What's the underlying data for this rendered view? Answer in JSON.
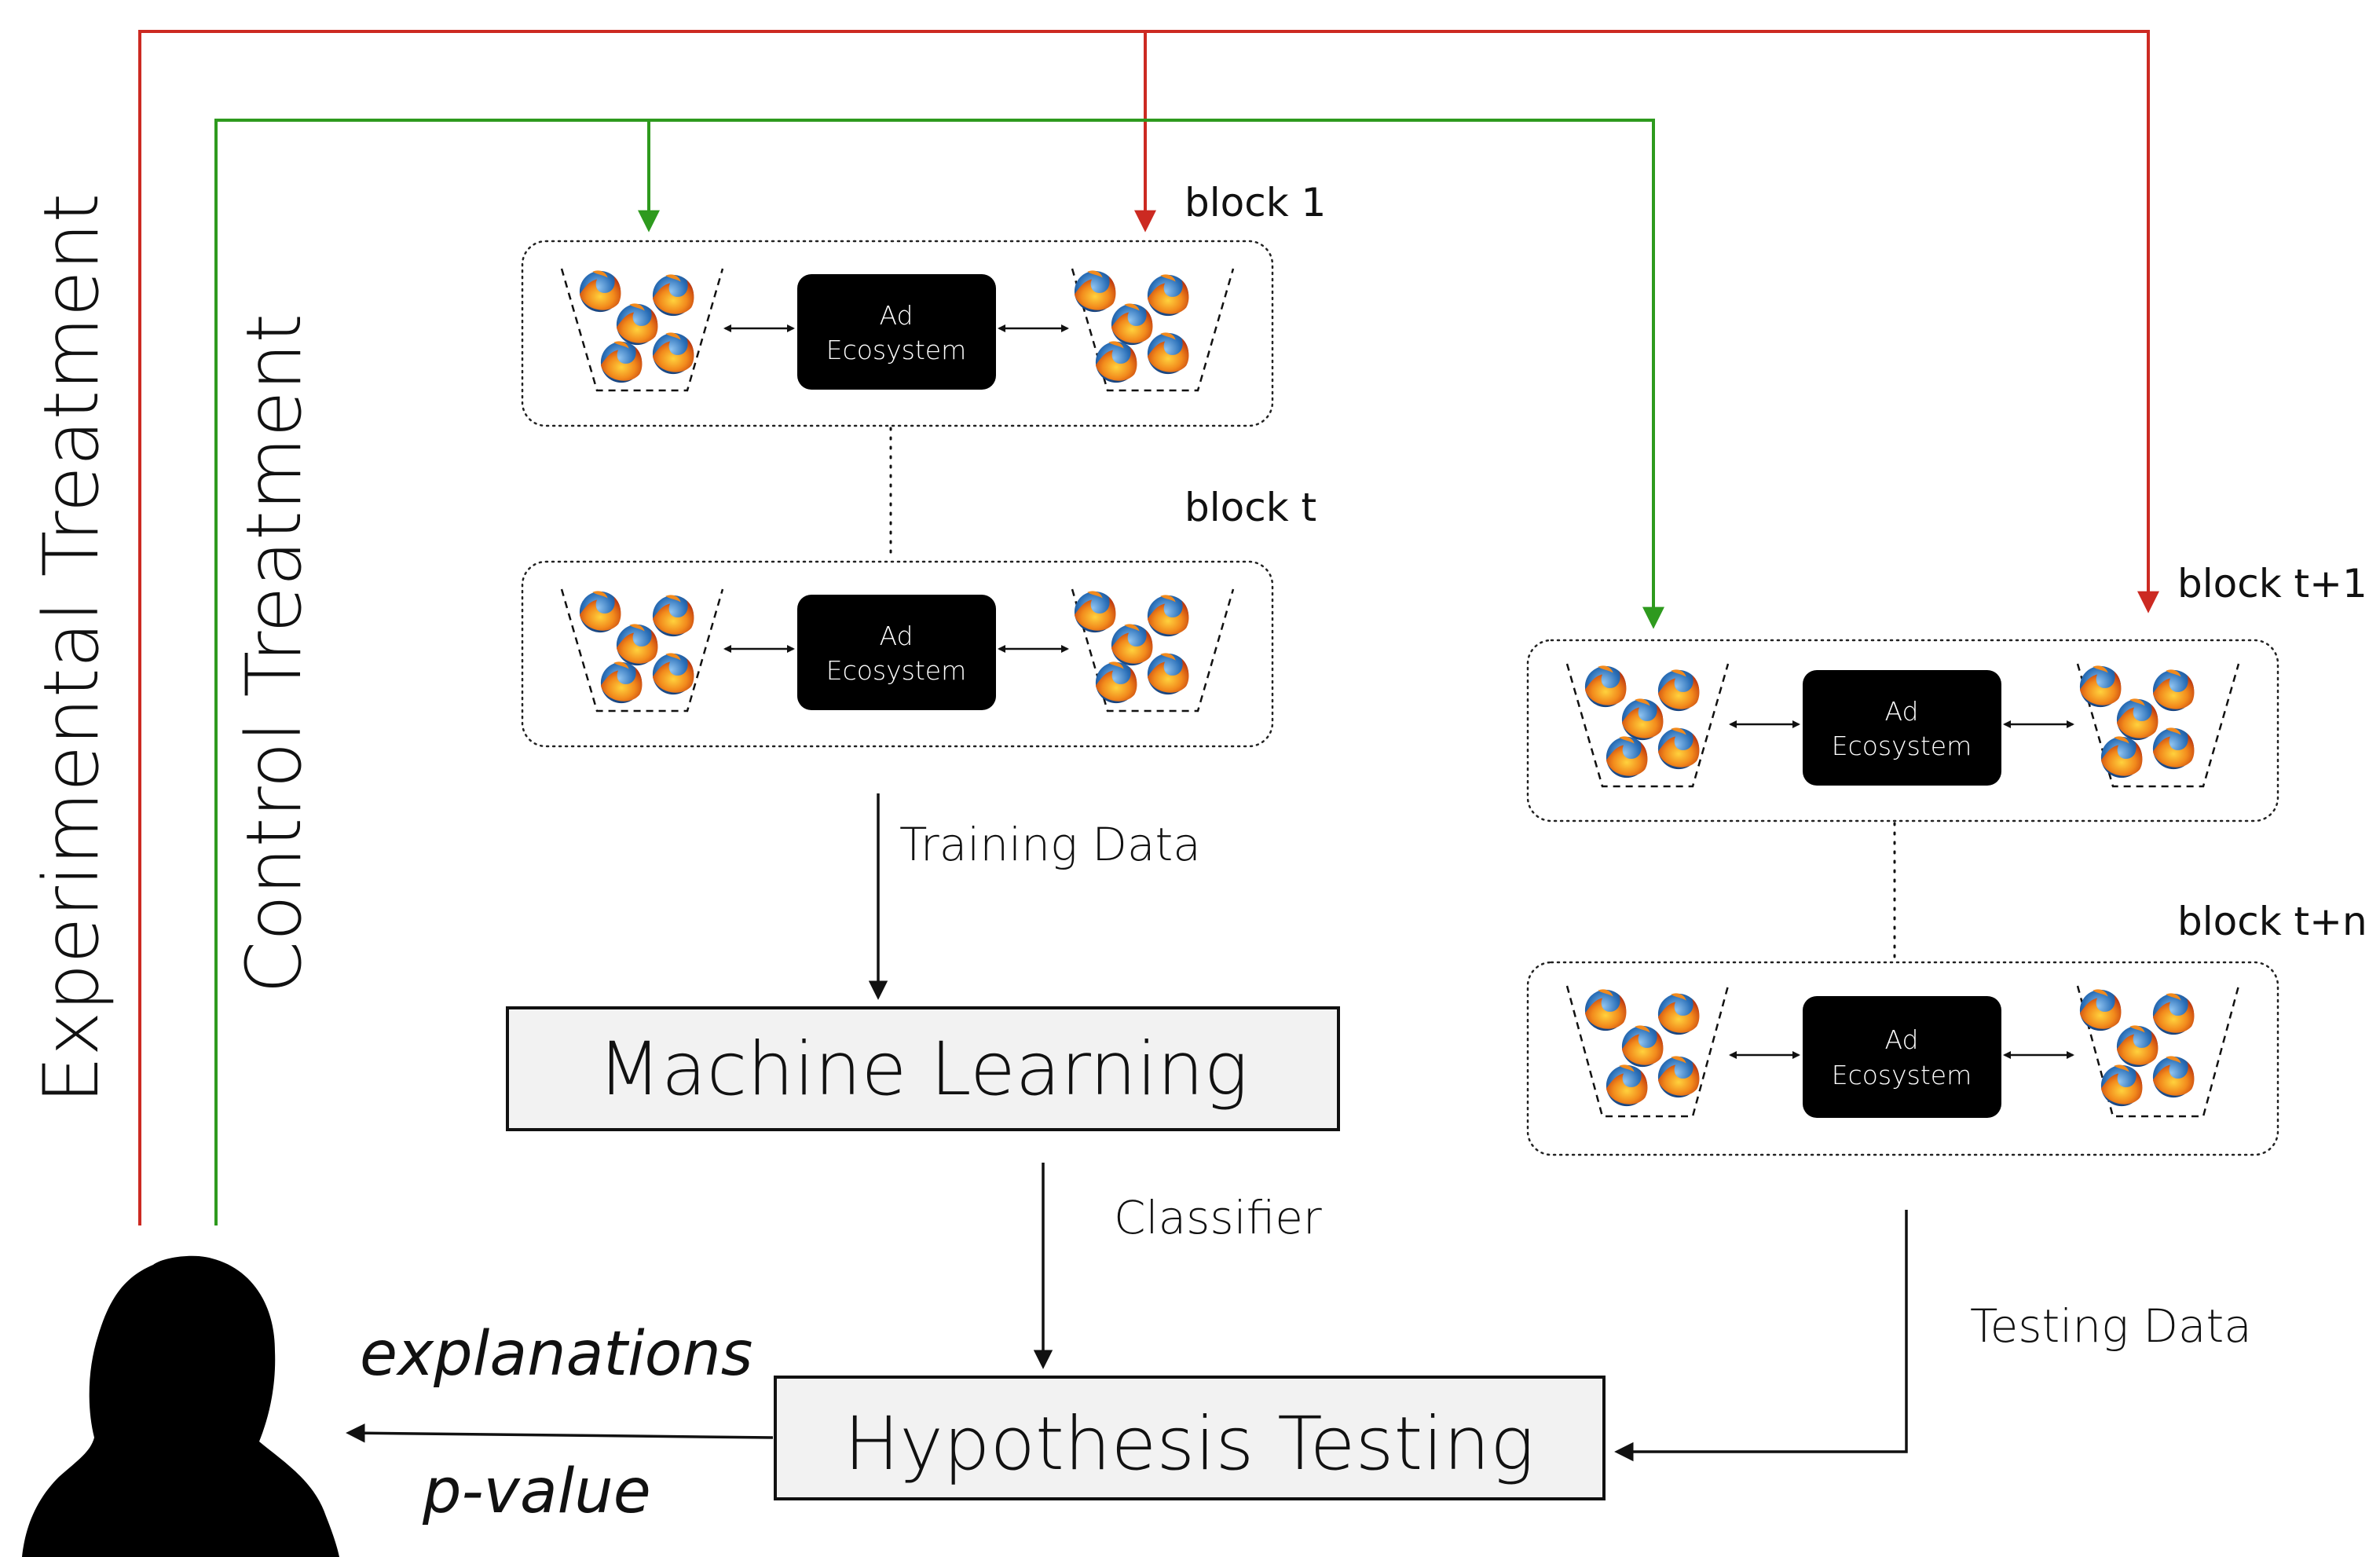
{
  "treatments": {
    "experimental": "Experimental Treatment",
    "control": "Control Treatment",
    "experimental_color": "#cc2a22",
    "control_color": "#2e9a1e"
  },
  "blocks": [
    {
      "label": "block 1",
      "center_label": "Ad Ecosystem"
    },
    {
      "label": "block t",
      "center_label": "Ad Ecosystem"
    },
    {
      "label": "block t+1",
      "center_label": "Ad Ecosystem"
    },
    {
      "label": "block t+n",
      "center_label": "Ad Ecosystem"
    }
  ],
  "ecosystem_line1": "Ad",
  "ecosystem_line2": "Ecosystem",
  "browser_icon": "firefox-icon",
  "edges": {
    "training": "Training Data",
    "classifier": "Classifier",
    "testing": "Testing Data"
  },
  "stages": {
    "ml": "Machine Learning",
    "hypothesis": "Hypothesis Testing"
  },
  "outputs": {
    "explanations": "explanations",
    "pvalue": "p-value"
  },
  "user_icon": "person-silhouette-icon"
}
